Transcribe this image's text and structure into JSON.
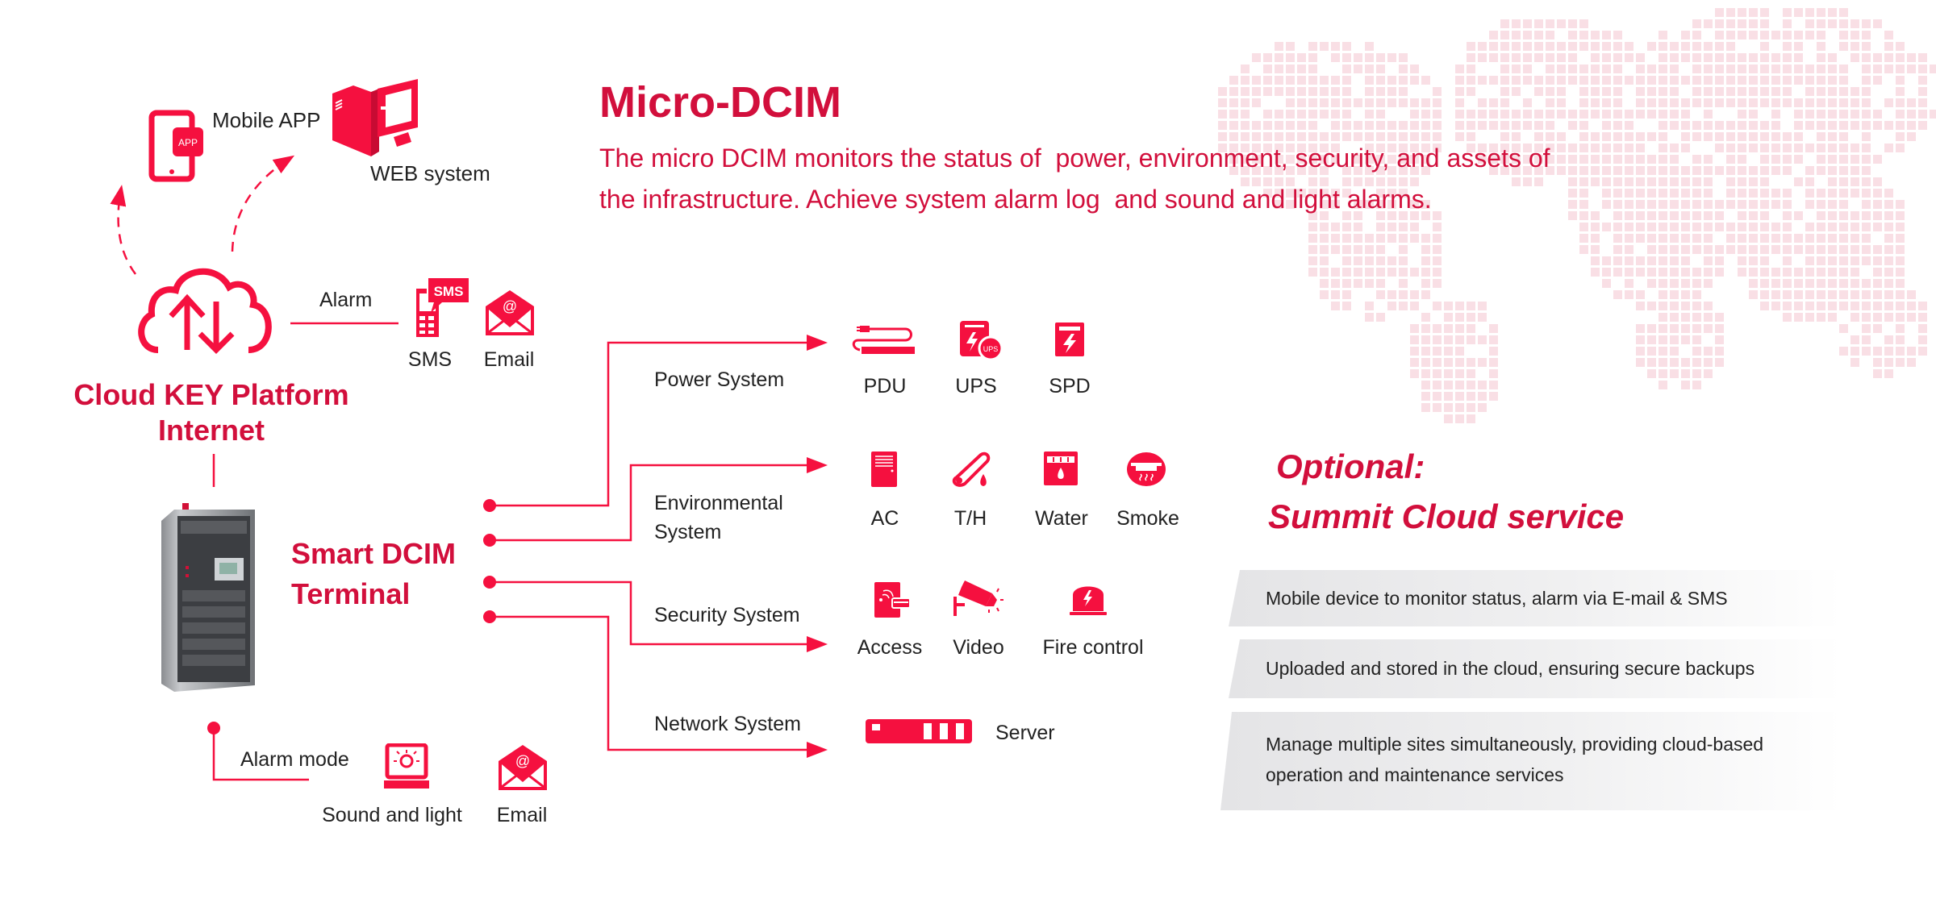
{
  "header": {
    "title": "Micro-DCIM",
    "description_line1": "The micro DCIM monitors the status of  power, environment, security, and assets of",
    "description_line2": "the infrastructure. Achieve system alarm log  and sound and light alarms."
  },
  "cloud": {
    "mobile_app": "Mobile APP",
    "app_badge": "APP",
    "web_system": "WEB system",
    "alarm": "Alarm",
    "sms": "SMS",
    "sms_badge": "SMS",
    "email": "Email",
    "platform_line1": "Cloud KEY Platform",
    "platform_line2": "Internet"
  },
  "terminal": {
    "line1": "Smart DCIM",
    "line2": "Terminal",
    "alarm_mode": "Alarm mode",
    "sound_light": "Sound and light",
    "email": "Email"
  },
  "systems": {
    "power": {
      "label": "Power System",
      "items": [
        "PDU",
        "UPS",
        "SPD"
      ],
      "ups_badge": "UPS"
    },
    "environmental": {
      "label_line1": "Environmental",
      "label_line2": "System",
      "items": [
        "AC",
        "T/H",
        "Water",
        "Smoke"
      ]
    },
    "security": {
      "label": "Security System",
      "items": [
        "Access",
        "Video",
        "Fire control"
      ]
    },
    "network": {
      "label": "Network System",
      "items": [
        "Server"
      ]
    }
  },
  "optional": {
    "line1": "Optional:",
    "line2": "Summit Cloud service",
    "features": [
      "Mobile device to monitor status, alarm via E-mail & SMS",
      "Uploaded and stored in the cloud, ensuring secure backups",
      "Manage multiple sites simultaneously, providing cloud-based",
      "operation and maintenance services"
    ]
  },
  "colors": {
    "accent": "#f5103f",
    "title": "#d20f3c",
    "map": "#f9dfe5"
  }
}
